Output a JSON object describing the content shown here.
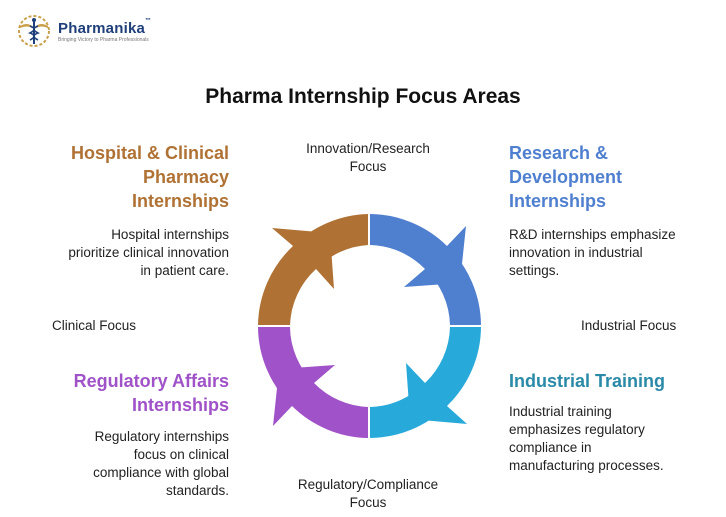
{
  "logo": {
    "name": "Pharmanika",
    "trademark": "™",
    "tagline": "Bringing Victory to Pharma Professionals"
  },
  "title": "Pharma Internship Focus Areas",
  "segments": {
    "top_left": {
      "heading_lines": [
        "Hospital & Clinical",
        "Pharmacy",
        "Internships"
      ],
      "description_lines": [
        "Hospital internships",
        "prioritize clinical innovation",
        "in patient care."
      ],
      "color": "#b07234"
    },
    "top_right": {
      "heading_lines": [
        "Research &",
        "Development",
        "Internships"
      ],
      "description_lines": [
        "R&D internships emphasize",
        "innovation in industrial",
        "settings."
      ],
      "color": "#4f7fcf"
    },
    "bottom_left": {
      "heading_lines": [
        "Regulatory Affairs",
        "Internships"
      ],
      "description_lines": [
        "Regulatory internships",
        "focus on clinical",
        "compliance with global",
        "standards."
      ],
      "color": "#a052c8"
    },
    "bottom_right": {
      "heading_lines": [
        "Industrial Training"
      ],
      "description_lines": [
        "Industrial training",
        "emphasizes regulatory",
        "compliance in",
        "manufacturing processes."
      ],
      "color": "#27a9d9",
      "heading_color": "#2a8aa8"
    }
  },
  "axis_labels": {
    "top": [
      "Innovation/Research",
      "Focus"
    ],
    "bottom": [
      "Regulatory/Compliance",
      "Focus"
    ],
    "left": "Clinical Focus",
    "right": "Industrial Focus"
  }
}
